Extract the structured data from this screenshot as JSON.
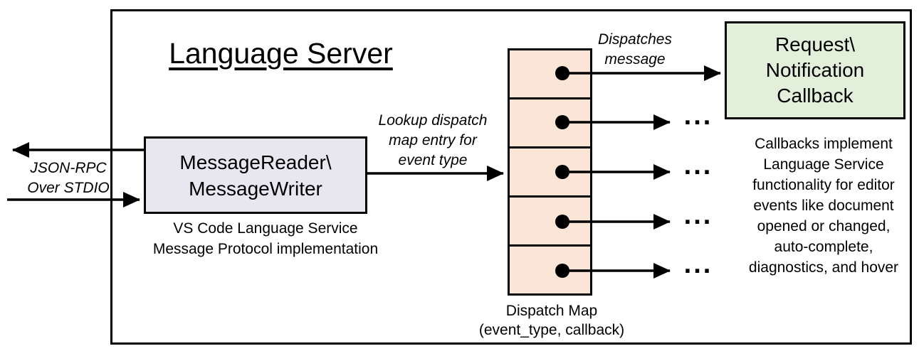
{
  "diagram": {
    "title": "Language Server",
    "io_label": "JSON-RPC\nOver STDIO",
    "message_box": {
      "label": "MessageReader\\\nMessageWriter",
      "caption": "VS Code Language Service\nMessage Protocol implementation",
      "fill": "#E8E6EF"
    },
    "lookup_label": "Lookup dispatch\nmap entry for\nevent type",
    "dispatch_map": {
      "caption": "Dispatch Map\n(event_type, callback)",
      "fill": "#FBE5D6",
      "rows": 5
    },
    "dispatches_label": "Dispatches\nmessage",
    "callback_box": {
      "label": "Request\\\nNotification\nCallback",
      "fill": "#E2EFDA"
    },
    "callbacks_note": "Callbacks implement\nLanguage Service\nfunctionality for editor\nevents like document\nopened or changed,\nauto-complete,\ndiagnostics, and hover",
    "ellipsis": "...",
    "line_color": "#000000"
  }
}
